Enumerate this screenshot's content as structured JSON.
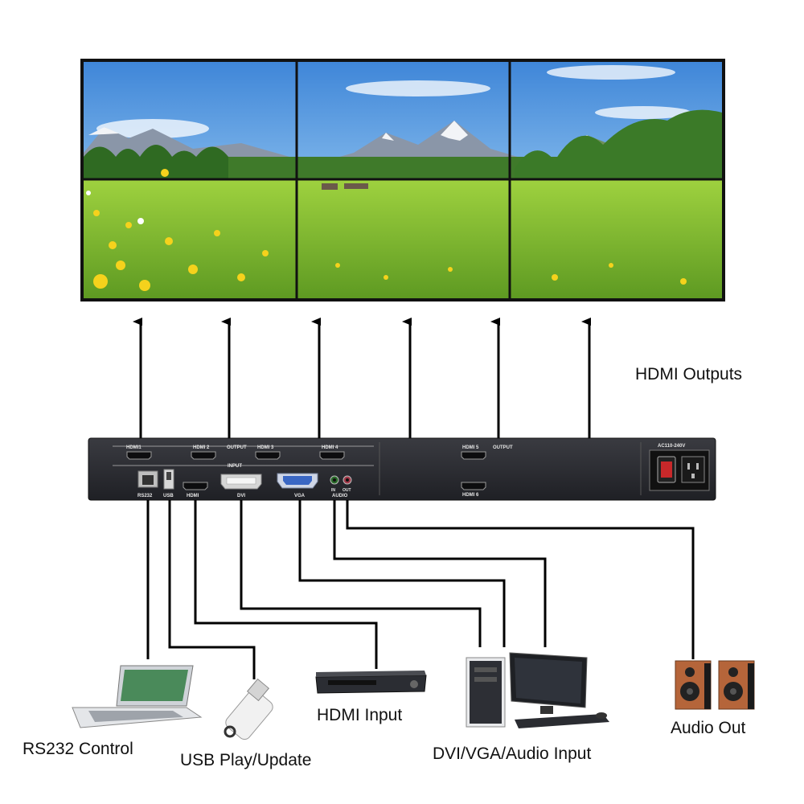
{
  "diagram": {
    "outputs_label": "HDMI Outputs",
    "panel": {
      "top_ports": [
        "HDMI1",
        "HDMI 2",
        "HDMI 3",
        "HDMI 4"
      ],
      "output_label": "OUTPUT",
      "input_label": "INPUT",
      "right_ports": [
        "HDMI 5",
        "HDMI 6"
      ],
      "right_output_label": "OUTPUT",
      "power_label": "AC110-240V",
      "bottom_labels": [
        "RS232",
        "USB",
        "HDMI",
        "DVI",
        "VGA",
        "AUDIO"
      ],
      "audio_in": "IN",
      "audio_out": "OUT"
    },
    "devices": {
      "laptop": "RS232 Control",
      "usb": "USB Play/Update",
      "player": "HDMI Input",
      "computer": "DVI/VGA/Audio Input",
      "speakers": "Audio Out"
    },
    "colors": {
      "panel": "#26272c",
      "sky": "#5b9ee0",
      "grass": "#8cc63a",
      "mountain": "#8a96a8",
      "snow": "#f2f4f7",
      "speaker_wood": "#b5653a"
    }
  }
}
